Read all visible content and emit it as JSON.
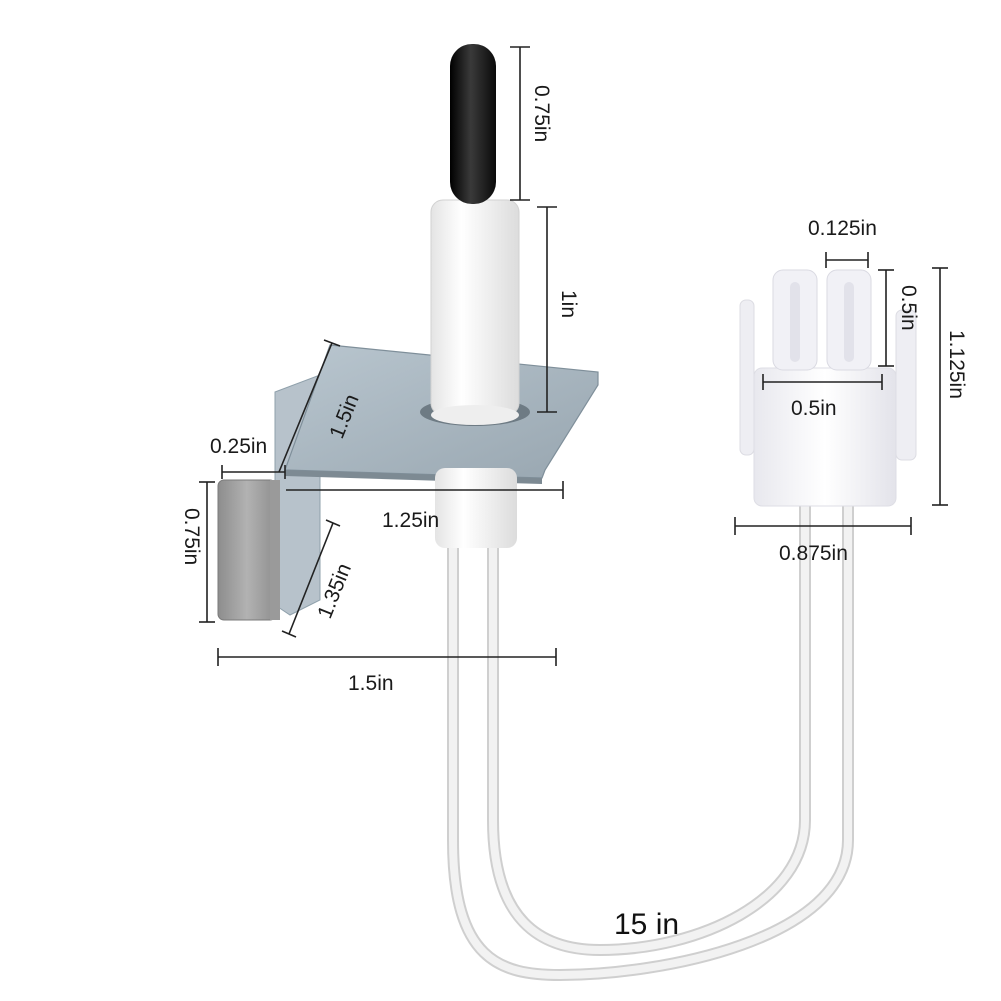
{
  "product": {
    "labels": {
      "rod_length": "0.75in",
      "ceramic_length": "1in",
      "bracket_diag": "1.5in",
      "tab_width": "0.25in",
      "plate_width": "1.25in",
      "tab_height": "0.75in",
      "bracket_depth": "1.35in",
      "overall_width": "1.5in",
      "pin_spacing": "0.125in",
      "pin_height": "0.5in",
      "connector_height": "1.125in",
      "connector_inner": "0.5in",
      "connector_width": "0.875in",
      "wire_length": "15 in"
    }
  },
  "colors": {
    "background": "#ffffff",
    "rod": "#1c1c1c",
    "ceramic": "#f7f7f7",
    "plate": "#a9b6c0",
    "tab": "#a4a4a4",
    "wire": "#f0f0f0",
    "connector": "#f5f5f7"
  }
}
